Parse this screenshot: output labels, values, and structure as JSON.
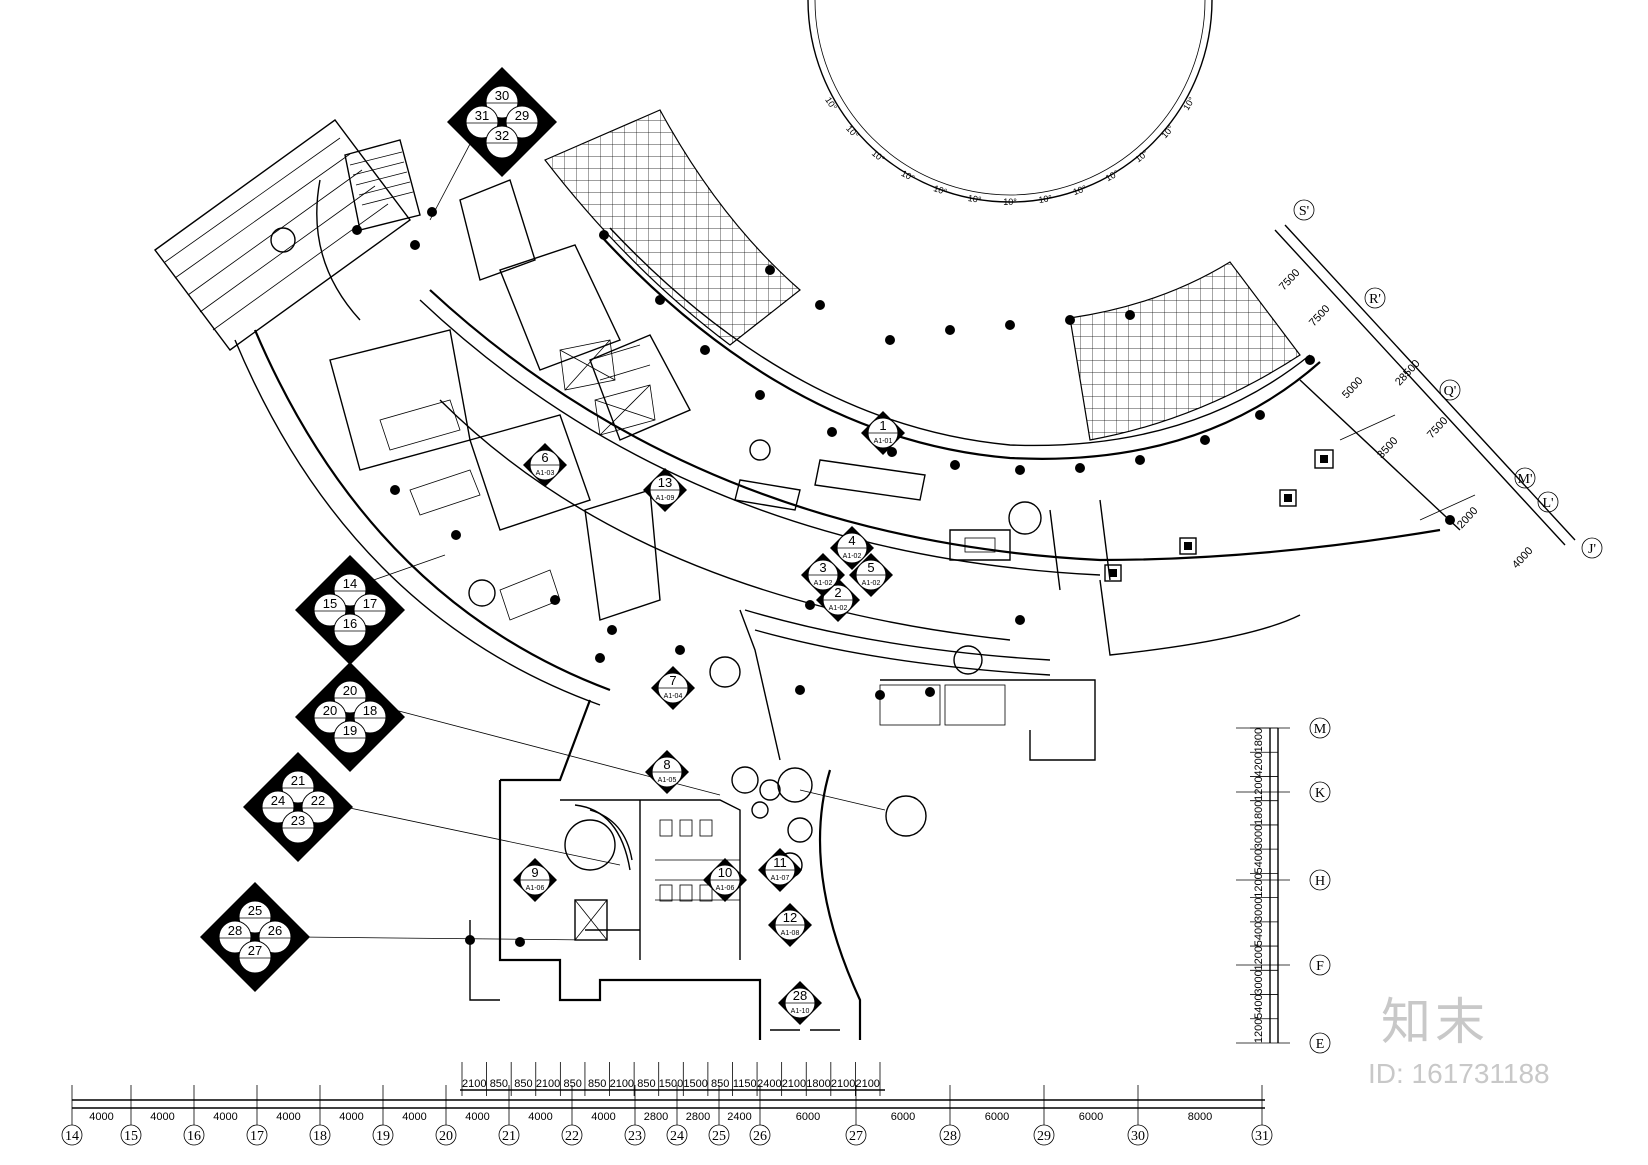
{
  "watermark": {
    "logo_text": "知末",
    "id_text": "ID: 161731188"
  },
  "bottom_axes": {
    "labels": [
      "14",
      "15",
      "16",
      "17",
      "18",
      "19",
      "20",
      "21",
      "22",
      "23",
      "24",
      "25",
      "26",
      "27",
      "28",
      "29",
      "30",
      "31"
    ],
    "spans": [
      "4000",
      "4000",
      "4000",
      "4000",
      "4000",
      "4000",
      "4000",
      "4000",
      "4000",
      "2800",
      "2800",
      "2400",
      "6000",
      "6000",
      "6000",
      "6000",
      "8000"
    ]
  },
  "upper_dims": [
    "2100",
    "850",
    "850",
    "2100",
    "850",
    "850",
    "2100",
    "850",
    "1500",
    "1500",
    "850",
    "1150",
    "2400",
    "2100",
    "1800",
    "2100",
    "2100"
  ],
  "right_axes": {
    "labels": [
      "M",
      "K",
      "H",
      "F",
      "E"
    ],
    "dims": [
      "1800",
      "4200",
      "1200",
      "1800",
      "3000",
      "5400",
      "1200",
      "3000",
      "5400",
      "1200",
      "3000",
      "5400",
      "1200"
    ]
  },
  "diagonal_axes": {
    "labels": [
      "S'",
      "R'",
      "Q'",
      "M'",
      "L'",
      "J'"
    ],
    "dims": [
      "7500",
      "7500",
      "28500",
      "5000",
      "3500",
      "7500",
      "2000",
      "4000"
    ]
  },
  "arc_degrees": [
    "10°",
    "10°",
    "10°",
    "10°",
    "10°",
    "10°",
    "10°",
    "10°",
    "10°",
    "10°",
    "10°",
    "10°",
    "10°"
  ],
  "callouts": [
    {
      "num": "1",
      "ref": "A1-01"
    },
    {
      "num": "2",
      "ref": "A1-02"
    },
    {
      "num": "3",
      "ref": "A1-02"
    },
    {
      "num": "4",
      "ref": "A1-02"
    },
    {
      "num": "5",
      "ref": "A1-02"
    },
    {
      "num": "6",
      "ref": "A1-03"
    },
    {
      "num": "7",
      "ref": "A1-04"
    },
    {
      "num": "8",
      "ref": "A1-05"
    },
    {
      "num": "9",
      "ref": "A1-06"
    },
    {
      "num": "10",
      "ref": "A1-06"
    },
    {
      "num": "11",
      "ref": "A1-07"
    },
    {
      "num": "12",
      "ref": "A1-08"
    },
    {
      "num": "13",
      "ref": "A1-09"
    }
  ],
  "diamond_keys": [
    {
      "nums": [
        "14",
        "15",
        "17",
        "16"
      ]
    },
    {
      "nums": [
        "20",
        "20",
        "18",
        "19"
      ]
    },
    {
      "nums": [
        "21",
        "24",
        "22",
        "23"
      ]
    },
    {
      "nums": [
        "25",
        "28",
        "26",
        "27"
      ]
    },
    {
      "nums": [
        "30",
        "31",
        "29",
        "32"
      ]
    }
  ],
  "extra_callout": {
    "num": "28",
    "ref": "A1-10"
  }
}
